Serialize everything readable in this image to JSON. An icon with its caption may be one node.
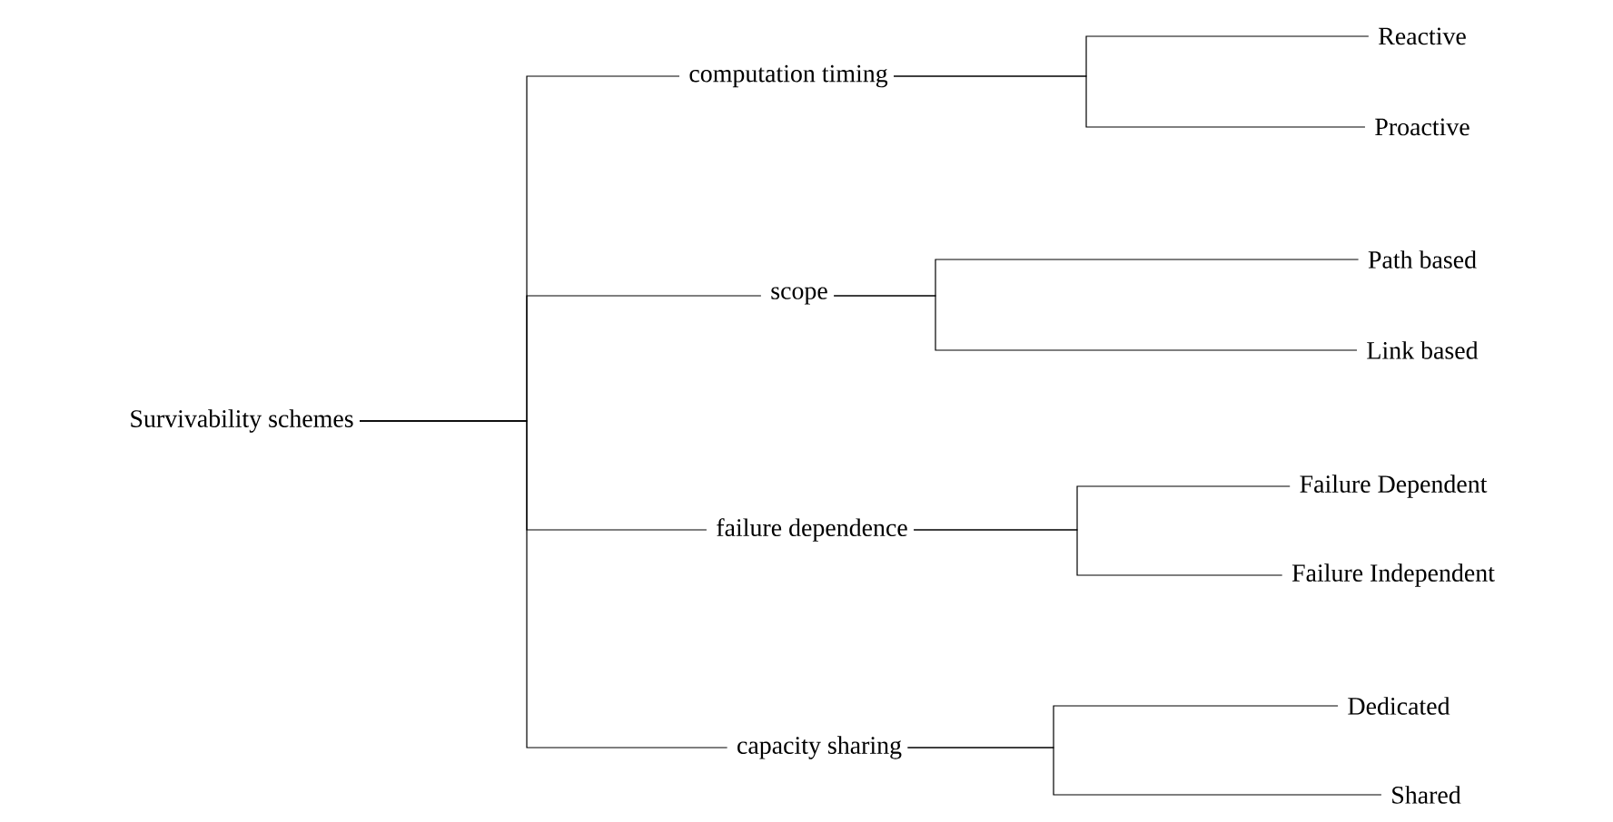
{
  "diagram": {
    "nodes": [
      {
        "text": [
          "Survivability schemes"
        ]
      },
      {
        "text": [
          "computation timing"
        ]
      },
      {
        "text": [
          "Reactive"
        ]
      },
      {
        "text": [
          "Proactive"
        ]
      },
      {
        "text": [
          "scope"
        ]
      },
      {
        "text": [
          "Path based"
        ]
      },
      {
        "text": [
          "Link based"
        ]
      },
      {
        "text": [
          "failure dependence"
        ]
      },
      {
        "text": [
          "Failure Dependent"
        ]
      },
      {
        "text": [
          "Failure Independent"
        ]
      },
      {
        "text": [
          "capacity sharing"
        ]
      },
      {
        "text": [
          "Dedicated"
        ]
      },
      {
        "text": [
          "Shared"
        ]
      }
    ],
    "edges": [
      {
        "from": 0,
        "to": 1,
        "arrow": "none"
      },
      {
        "from": 0,
        "to": 4,
        "arrow": "none"
      },
      {
        "from": 0,
        "to": 7,
        "arrow": "none"
      },
      {
        "from": 0,
        "to": 10,
        "arrow": "none"
      },
      {
        "from": 1,
        "to": 2,
        "arrow": "none"
      },
      {
        "from": 1,
        "to": 3,
        "arrow": "none"
      },
      {
        "from": 4,
        "to": 5,
        "arrow": "none"
      },
      {
        "from": 4,
        "to": 6,
        "arrow": "none"
      },
      {
        "from": 7,
        "to": 8,
        "arrow": "none"
      },
      {
        "from": 7,
        "to": 9,
        "arrow": "none"
      },
      {
        "from": 10,
        "to": 11,
        "arrow": "none"
      },
      {
        "from": 10,
        "to": 12,
        "arrow": "none"
      }
    ]
  }
}
